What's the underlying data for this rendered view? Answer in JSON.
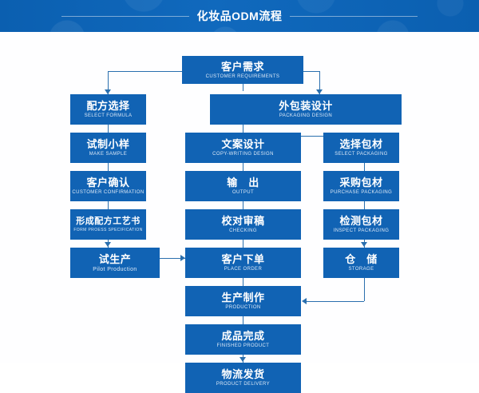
{
  "header": {
    "title": "化妆品ODM流程",
    "bg_color": "#0b5fb0",
    "rule_color": "#ffffff"
  },
  "theme": {
    "node_fill": "#1163b4",
    "node_text": "#ffffff",
    "node_subtext": "#dce9f7",
    "connector": "#2a6fae",
    "canvas_bg": "#fefeff"
  },
  "flow": {
    "nodes": [
      {
        "id": "customer_requirements",
        "cn": "客户需求",
        "en": "CUSTOMER REQUIREMENTS",
        "col": "center"
      },
      {
        "id": "select_formula",
        "cn": "配方选择",
        "en": "SELECT FORMULA",
        "col": "left"
      },
      {
        "id": "packaging_design",
        "cn": "外包装设计",
        "en": "PACKAGING DESIGN",
        "col": "wide"
      },
      {
        "id": "make_sample",
        "cn": "试制小样",
        "en": "MAKE SAMPLE",
        "col": "left"
      },
      {
        "id": "copywriting_design",
        "cn": "文案设计",
        "en": "COPY-WRITING DESIGN",
        "col": "center"
      },
      {
        "id": "select_packaging",
        "cn": "选择包材",
        "en": "SELECT PACKAGING",
        "col": "right"
      },
      {
        "id": "customer_confirmation",
        "cn": "客户确认",
        "en": "CUSTOMER CONFIRMATION",
        "col": "left"
      },
      {
        "id": "output",
        "cn": "输　出",
        "en": "OUTPUT",
        "col": "center"
      },
      {
        "id": "purchase_packaging",
        "cn": "采购包材",
        "en": "PURCHASE PACKAGING",
        "col": "right"
      },
      {
        "id": "form_process_spec",
        "cn": "形成配方工艺书",
        "en": "FORM PROESS SPECIFICATION",
        "col": "left"
      },
      {
        "id": "checking",
        "cn": "校对审稿",
        "en": "CHECKING",
        "col": "center"
      },
      {
        "id": "inspect_packaging",
        "cn": "检测包材",
        "en": "INSPECT PACKAGING",
        "col": "right"
      },
      {
        "id": "pilot_production",
        "cn": "试生产",
        "en": "Pilot Production",
        "col": "left"
      },
      {
        "id": "place_order",
        "cn": "客户下单",
        "en": "PLACE ORDER",
        "col": "center"
      },
      {
        "id": "storage",
        "cn": "仓　储",
        "en": "STORAGE",
        "col": "right"
      },
      {
        "id": "production",
        "cn": "生产制作",
        "en": "PRODUCTION",
        "col": "center"
      },
      {
        "id": "finished_product",
        "cn": "成品完成",
        "en": "FINISHED PRODUCT",
        "col": "center"
      },
      {
        "id": "product_delivery",
        "cn": "物流发货",
        "en": "PRODUCT DELIVERY",
        "col": "center"
      }
    ]
  }
}
